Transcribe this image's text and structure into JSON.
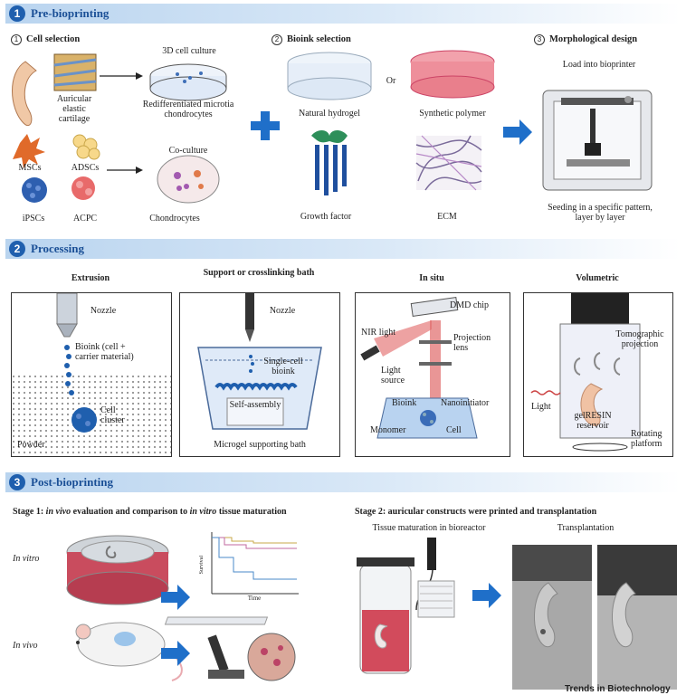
{
  "sections": {
    "s1": {
      "number": "1",
      "title": "Pre-bioprinting"
    },
    "s2": {
      "number": "2",
      "title": "Processing"
    },
    "s3": {
      "number": "3",
      "title": "Post-bioprinting"
    }
  },
  "pre": {
    "cell_selection": {
      "num": "1",
      "title": "Cell selection"
    },
    "bioink_selection": {
      "num": "2",
      "title": "Bioink selection"
    },
    "morph_design": {
      "num": "3",
      "title": "Morphological design"
    },
    "three_d_culture": "3D cell culture",
    "auricular": "Auricular elastic cartilage",
    "redifferentiated": "Redifferentiated microtia chondrocytes",
    "mscs": "MSCs",
    "adscs": "ADSCs",
    "ipscs": "iPSCs",
    "acpc": "ACPC",
    "coculture": "Co-culture",
    "chondrocytes": "Chondrocytes",
    "natural_hydrogel": "Natural hydrogel",
    "or": "Or",
    "synthetic_polymer": "Synthetic polymer",
    "growth_factor": "Growth factor",
    "ecm": "ECM",
    "load": "Load into bioprinter",
    "seeding": "Seeding in a specific pattern, layer by layer"
  },
  "processing": {
    "extrusion": {
      "title": "Extrusion",
      "nozzle": "Nozzle",
      "bioink": "Bioink (cell + carrier material)",
      "cluster": "Cell cluster",
      "powder": "Powder"
    },
    "support": {
      "title": "Support or crosslinking bath",
      "nozzle": "Nozzle",
      "single": "Single-cell bioink",
      "self": "Self-assembly",
      "bath": "Microgel supporting bath"
    },
    "insitu": {
      "title": "In situ",
      "dmd": "DMD chip",
      "nir": "NIR light",
      "proj": "Projection lens",
      "light": "Light source",
      "bioink": "Bioink",
      "nano": "Nanoinitiator",
      "monomer": "Monomer",
      "cell": "Cell"
    },
    "volumetric": {
      "title": "Volumetric",
      "tomo": "Tomographic projection",
      "light": "Light",
      "gel": "gelRESIN reservoir",
      "rot": "Rotating platform"
    }
  },
  "post": {
    "stage1_a": "Stage 1: ",
    "stage1_b": "in vivo",
    "stage1_c": " evaluation and comparison to ",
    "stage1_d": "in vitro",
    "stage1_e": " tissue maturation",
    "in_vitro": "In vitro",
    "in_vivo": "In vivo",
    "survival": "Survival",
    "time": "Time",
    "stage2": "Stage 2: auricular constructs were printed and transplantation",
    "tissue_mat": "Tissue maturation in bioreactor",
    "transplant": "Transplantation"
  },
  "credit": "Trends in Biotechnology",
  "colors": {
    "accent": "#1f5fae",
    "arrow": "#1f6fc9",
    "banner": "#b9d4ef"
  }
}
